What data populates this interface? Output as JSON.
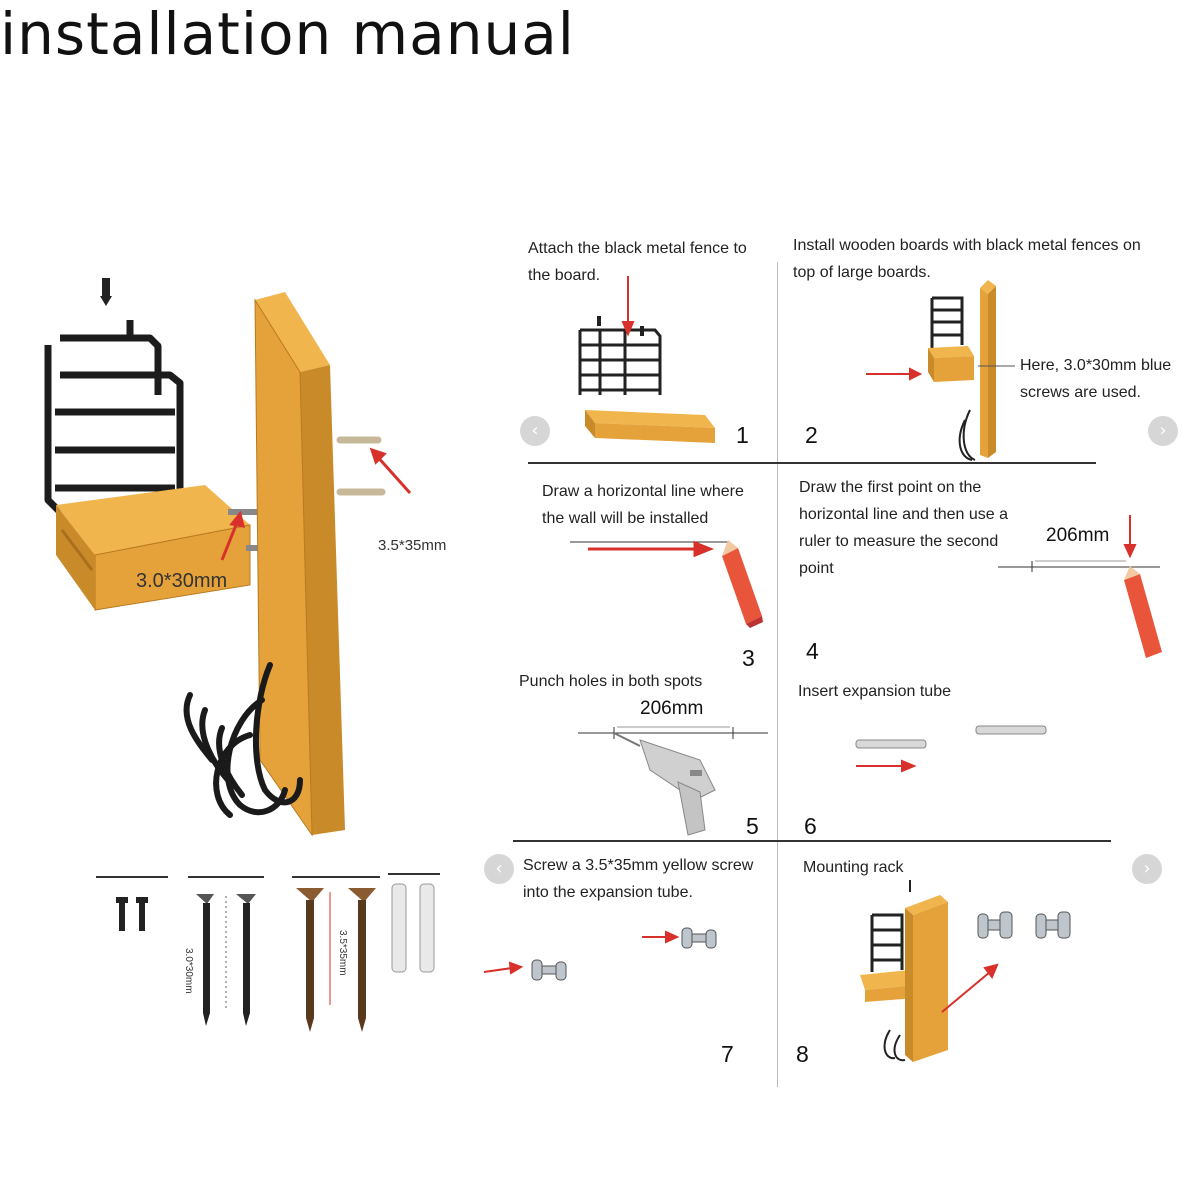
{
  "title": "installation manual",
  "overview": {
    "label_small_screw": "3.0*30mm",
    "label_big_screw": "3.5*35mm"
  },
  "hardware": {
    "label_screw_a": "3.0*30mm",
    "label_screw_b": "3.5*35mm"
  },
  "steps": [
    {
      "number": "1",
      "caption": "Attach the black metal fence to the board."
    },
    {
      "number": "2",
      "caption": "Install wooden boards with black metal fences on top of large boards.",
      "note": "Here, 3.0*30mm blue screws are used."
    },
    {
      "number": "3",
      "caption": "Draw a horizontal line where the wall will be installed"
    },
    {
      "number": "4",
      "caption": "Draw the first point on the horizontal line and then use a ruler to measure the second point",
      "measure": "206mm"
    },
    {
      "number": "5",
      "caption": "Punch holes in both spots",
      "measure": "206mm"
    },
    {
      "number": "6",
      "caption": "Insert expansion tube"
    },
    {
      "number": "7",
      "caption": "Screw a 3.5*35mm yellow screw into the expansion tube."
    },
    {
      "number": "8",
      "caption": "Mounting rack"
    }
  ],
  "colors": {
    "wood": "#e6a23a",
    "wood_dark": "#b87a20",
    "arrow": "#d8302a",
    "metal": "#222222",
    "pencil": "#e8553a"
  },
  "icons": {
    "prev": "chevron-left-icon",
    "next": "chevron-right-icon"
  }
}
